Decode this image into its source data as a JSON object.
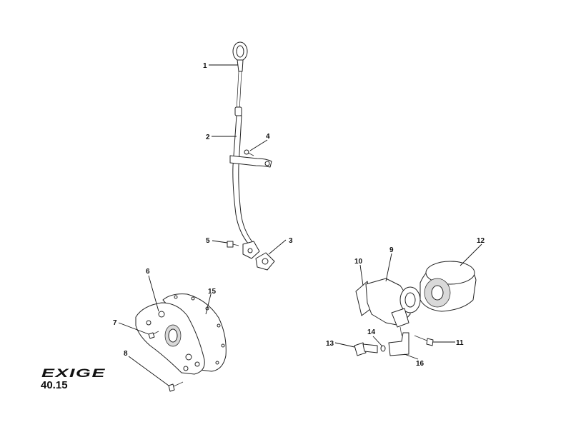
{
  "brand": {
    "logo_text": "EXIGE"
  },
  "page": {
    "number": "40.15"
  },
  "callouts": {
    "c1": "1",
    "c2": "2",
    "c3": "3",
    "c4": "4",
    "c5": "5",
    "c6": "6",
    "c7": "7",
    "c8": "8",
    "c9": "9",
    "c10": "10",
    "c11": "11",
    "c12": "12",
    "c13": "13",
    "c14": "14",
    "c15": "15",
    "c16": "16"
  }
}
